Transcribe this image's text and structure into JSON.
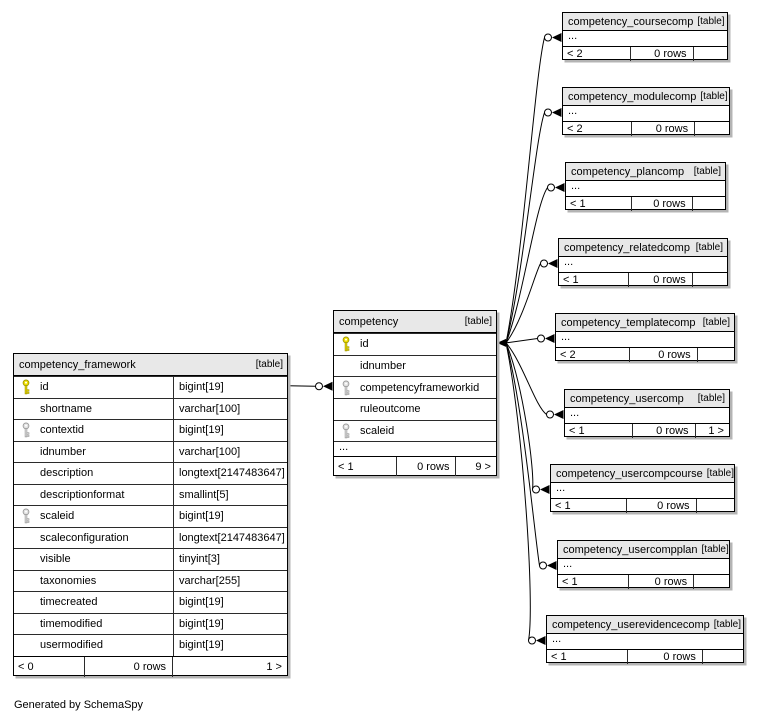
{
  "note": "Generated by SchemaSpy",
  "tag_label": "[table]",
  "ellipsis_label": "...",
  "colors": {
    "primary_key": "#f0e000",
    "primary_key_stroke": "#a09600",
    "secondary_key": "#e2e2e2",
    "secondary_key_stroke": "#9a9a9a",
    "header_bg": "#e8e8e8",
    "line": "#000000"
  },
  "tables": [
    {
      "id": "competency_framework",
      "name": "competency_framework",
      "columns": [
        {
          "name": "id",
          "type": "bigint[19]",
          "key": "pk"
        },
        {
          "name": "shortname",
          "type": "varchar[100]",
          "key": null
        },
        {
          "name": "contextid",
          "type": "bigint[19]",
          "key": "fk"
        },
        {
          "name": "idnumber",
          "type": "varchar[100]",
          "key": null
        },
        {
          "name": "description",
          "type": "longtext[2147483647]",
          "key": null
        },
        {
          "name": "descriptionformat",
          "type": "smallint[5]",
          "key": null
        },
        {
          "name": "scaleid",
          "type": "bigint[19]",
          "key": "fk"
        },
        {
          "name": "scaleconfiguration",
          "type": "longtext[2147483647]",
          "key": null
        },
        {
          "name": "visible",
          "type": "tinyint[3]",
          "key": null
        },
        {
          "name": "taxonomies",
          "type": "varchar[255]",
          "key": null
        },
        {
          "name": "timecreated",
          "type": "bigint[19]",
          "key": null
        },
        {
          "name": "timemodified",
          "type": "bigint[19]",
          "key": null
        },
        {
          "name": "usermodified",
          "type": "bigint[19]",
          "key": null
        }
      ],
      "ellipsis": false,
      "footer": {
        "left": "< 0",
        "center": "0 rows",
        "right": "1 >"
      }
    },
    {
      "id": "competency",
      "name": "competency",
      "columns": [
        {
          "name": "id",
          "type": null,
          "key": "pk"
        },
        {
          "name": "idnumber",
          "type": null,
          "key": null
        },
        {
          "name": "competencyframeworkid",
          "type": null,
          "key": "fk"
        },
        {
          "name": "ruleoutcome",
          "type": null,
          "key": null
        },
        {
          "name": "scaleid",
          "type": null,
          "key": "fk"
        }
      ],
      "ellipsis": true,
      "footer": {
        "left": "< 1",
        "center": "0 rows",
        "right": "9 >"
      }
    },
    {
      "id": "competency_coursecomp",
      "name": "competency_coursecomp",
      "columns": [],
      "ellipsis": true,
      "footer": {
        "left": "< 2",
        "center": "0 rows",
        "right": ""
      }
    },
    {
      "id": "competency_modulecomp",
      "name": "competency_modulecomp",
      "columns": [],
      "ellipsis": true,
      "footer": {
        "left": "< 2",
        "center": "0 rows",
        "right": ""
      }
    },
    {
      "id": "competency_plancomp",
      "name": "competency_plancomp",
      "columns": [],
      "ellipsis": true,
      "footer": {
        "left": "< 1",
        "center": "0 rows",
        "right": ""
      }
    },
    {
      "id": "competency_relatedcomp",
      "name": "competency_relatedcomp",
      "columns": [],
      "ellipsis": true,
      "footer": {
        "left": "< 1",
        "center": "0 rows",
        "right": ""
      }
    },
    {
      "id": "competency_templatecomp",
      "name": "competency_templatecomp",
      "columns": [],
      "ellipsis": true,
      "footer": {
        "left": "< 2",
        "center": "0 rows",
        "right": ""
      }
    },
    {
      "id": "competency_usercomp",
      "name": "competency_usercomp",
      "columns": [],
      "ellipsis": true,
      "footer": {
        "left": "< 1",
        "center": "0 rows",
        "right": "1 >"
      }
    },
    {
      "id": "competency_usercompcourse",
      "name": "competency_usercompcourse",
      "columns": [],
      "ellipsis": true,
      "footer": {
        "left": "< 1",
        "center": "0 rows",
        "right": ""
      }
    },
    {
      "id": "competency_usercompplan",
      "name": "competency_usercompplan",
      "columns": [],
      "ellipsis": true,
      "footer": {
        "left": "< 1",
        "center": "0 rows",
        "right": ""
      }
    },
    {
      "id": "competency_userevidencecomp",
      "name": "competency_userevidencecomp",
      "columns": [],
      "ellipsis": true,
      "footer": {
        "left": "< 1",
        "center": "0 rows",
        "right": ""
      }
    }
  ],
  "relations": [
    {
      "from": "competency_framework",
      "from_column": "id",
      "to": "competency",
      "to_column": "competencyframeworkid"
    },
    {
      "from": "competency",
      "from_column": "id",
      "to": "competency_coursecomp",
      "to_column": "..."
    },
    {
      "from": "competency",
      "from_column": "id",
      "to": "competency_modulecomp",
      "to_column": "..."
    },
    {
      "from": "competency",
      "from_column": "id",
      "to": "competency_plancomp",
      "to_column": "..."
    },
    {
      "from": "competency",
      "from_column": "id",
      "to": "competency_relatedcomp",
      "to_column": "..."
    },
    {
      "from": "competency",
      "from_column": "id",
      "to": "competency_templatecomp",
      "to_column": "..."
    },
    {
      "from": "competency",
      "from_column": "id",
      "to": "competency_usercomp",
      "to_column": "..."
    },
    {
      "from": "competency",
      "from_column": "id",
      "to": "competency_usercompcourse",
      "to_column": "..."
    },
    {
      "from": "competency",
      "from_column": "id",
      "to": "competency_usercompplan",
      "to_column": "..."
    },
    {
      "from": "competency",
      "from_column": "id",
      "to": "competency_userevidencecomp",
      "to_column": "..."
    }
  ]
}
